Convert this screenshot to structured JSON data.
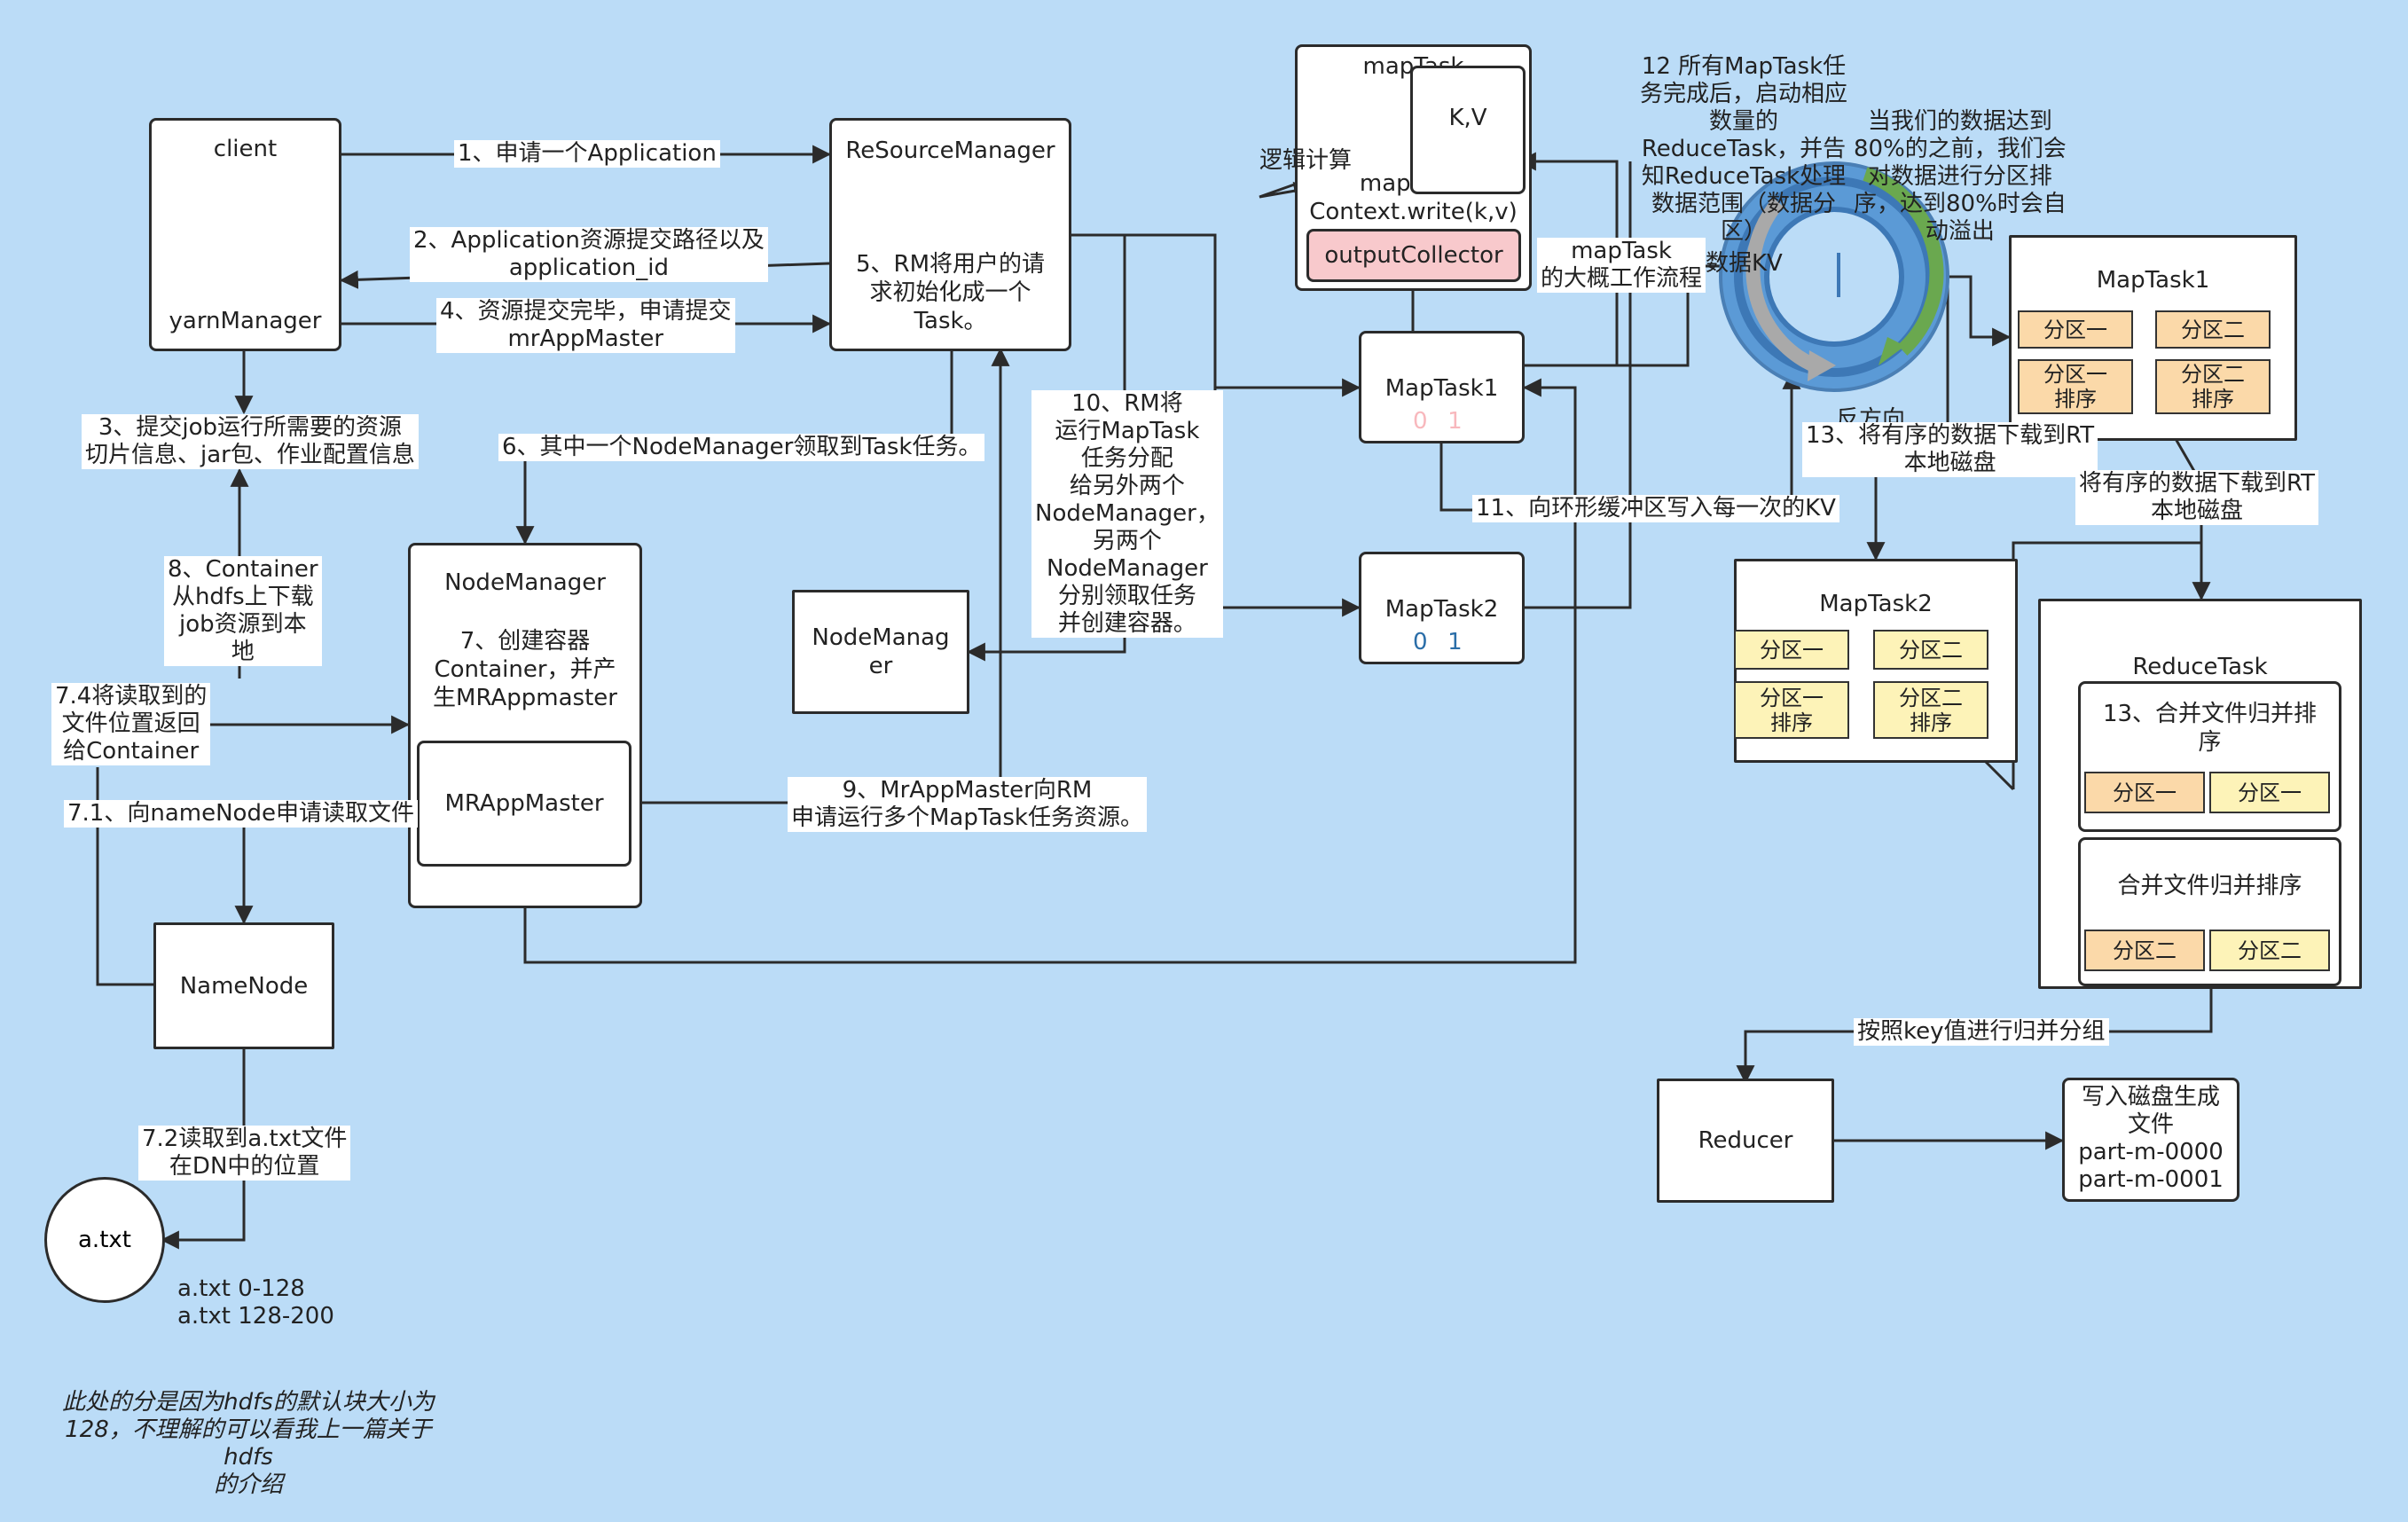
{
  "nodes": {
    "client": "client",
    "yarn_manager": "yarnManager",
    "resource_manager": "ReSourceManager",
    "rm_init": "5、RM将用户的请\n求初始化成一个\nTask。",
    "node_manager": "NodeManager",
    "nm_create": "7、创建容器\nContainer，并产\n生MRAppmaster",
    "mr_app_master": "MRAppMaster",
    "node_manager_2": "NodeManag\ner",
    "name_node": "NameNode",
    "a_txt": "a.txt",
    "maptask_header": "mapTask",
    "kv": "K,V",
    "map_write": "map(K,V)\nContext.write(k,v)",
    "output_collector": "outputCollector",
    "logic_calc": "逻辑计算",
    "maptask1": "MapTask1",
    "maptask1_digits": "0  1",
    "maptask2": "MapTask2",
    "maptask2_digits": "0  1",
    "maptask1_right": "MapTask1",
    "maptask2_right": "MapTask2",
    "reduce_task": "ReduceTask",
    "merge_sort_1": "13、合并文件归并排\n序",
    "merge_sort_2": "合并文件归并排序",
    "reducer": "Reducer",
    "output_files": "写入磁盘生成\n文件\npart-m-0000\npart-m-0001"
  },
  "partitions": {
    "p1": "分区一",
    "p2": "分区二",
    "p1_sorted": "分区一\n排序",
    "p2_sorted": "分区二\n排序"
  },
  "edge_labels": {
    "e1": "1、申请一个Application",
    "e2": "2、Application资源提交路径以及\napplication_id",
    "e3": "3、提交job运行所需要的资源\n切片信息、jar包、作业配置信息",
    "e4": "4、资源提交完毕，申请提交\nmrAppMaster",
    "e6": "6、其中一个NodeManager领取到Task任务。",
    "e8": "8、Container\n从hdfs上下载\njob资源到本\n地",
    "e74": "7.4将读取到的\n文件位置返回\n给Container",
    "e71": "7.1、向nameNode申请读取文件",
    "e72": "7.2读取到a.txt文件\n在DN中的位置",
    "e9": "9、MrAppMaster向RM\n申请运行多个MapTask任务资源。",
    "e10": "10、RM将\n运行MapTask\n任务分配\n给另外两个\nNodeManager，\n另两个\nNodeManager\n分别领取任务\n并创建容器。",
    "e11": "11、向环形缓冲区写入每一次的KV",
    "e12": "12 所有MapTask任\n务完成后，启动相应\n数量的\nReduceTask，并告\n知ReduceTask处理\n数据范围（数据分\n区）",
    "e13": "13、将有序的数据下载到RT\n本地磁盘",
    "e13b": "将有序的数据下载到RT\n本地磁盘",
    "group": "按照key值进行归并分组",
    "maptask_flow": "mapTask\n的大概工作流程",
    "data_kv": "数据KV",
    "reverse": "反方向",
    "spill": "当我们的数据达到\n80%的之前，我们会\n对数据进行分区排\n序，达到80%时会自\n动溢出"
  },
  "notes": {
    "a_splits": "a.txt  0-128\na.txt  128-200",
    "hdfs_note": "此处的分是因为hdfs的默认块大小为\n128，不理解的可以看我上一篇关于hdfs\n的介绍"
  },
  "colors": {
    "background": "#bbdcf7",
    "partition_orange": "#fbd9a9",
    "partition_yellow": "#fdf3b8",
    "output_collector": "#f8c9cc",
    "ring_blue": "#5b9ad6",
    "ring_green": "#6aa84f",
    "ring_gray": "#a9a9a9"
  }
}
